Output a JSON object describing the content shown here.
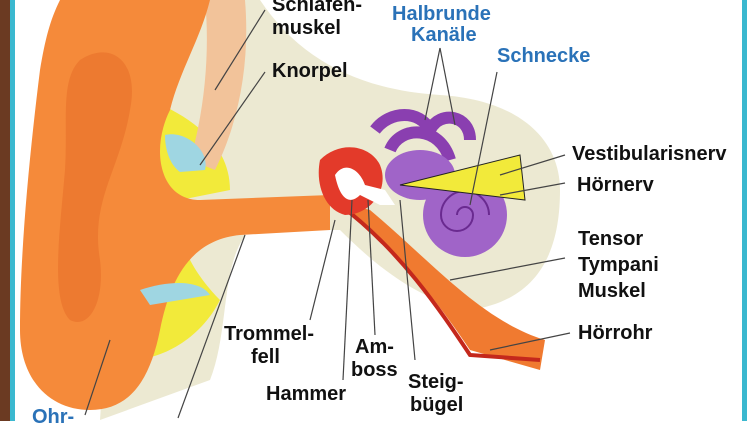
{
  "labels": {
    "schlaefenmuskel_1": "Schläfen-",
    "schlaefenmuskel_2": "muskel",
    "knorpel": "Knorpel",
    "halbrunde_1": "Halbrunde",
    "halbrunde_2": "Kanäle",
    "schnecke": "Schnecke",
    "vestibularisnerv": "Vestibularisnerv",
    "hoernerv": "Hörnerv",
    "tensor_1": "Tensor",
    "tensor_2": "Tympani",
    "tensor_3": "Muskel",
    "hoerrohr": "Hörrohr",
    "trommelfell_1": "Trommel-",
    "trommelfell_2": "fell",
    "amboss_1": "Am-",
    "amboss_2": "boss",
    "hammer": "Hammer",
    "steigbuegel_1": "Steig-",
    "steigbuegel_2": "bügel",
    "ohr": "Ohr-"
  },
  "colors": {
    "label_blue": "#2a72b8",
    "frame_teal": "#3bb8cf",
    "ear_orange": "#f58a3a",
    "bone_yellow": "#f2ea3a",
    "cochlea_purple": "#a064c8"
  }
}
